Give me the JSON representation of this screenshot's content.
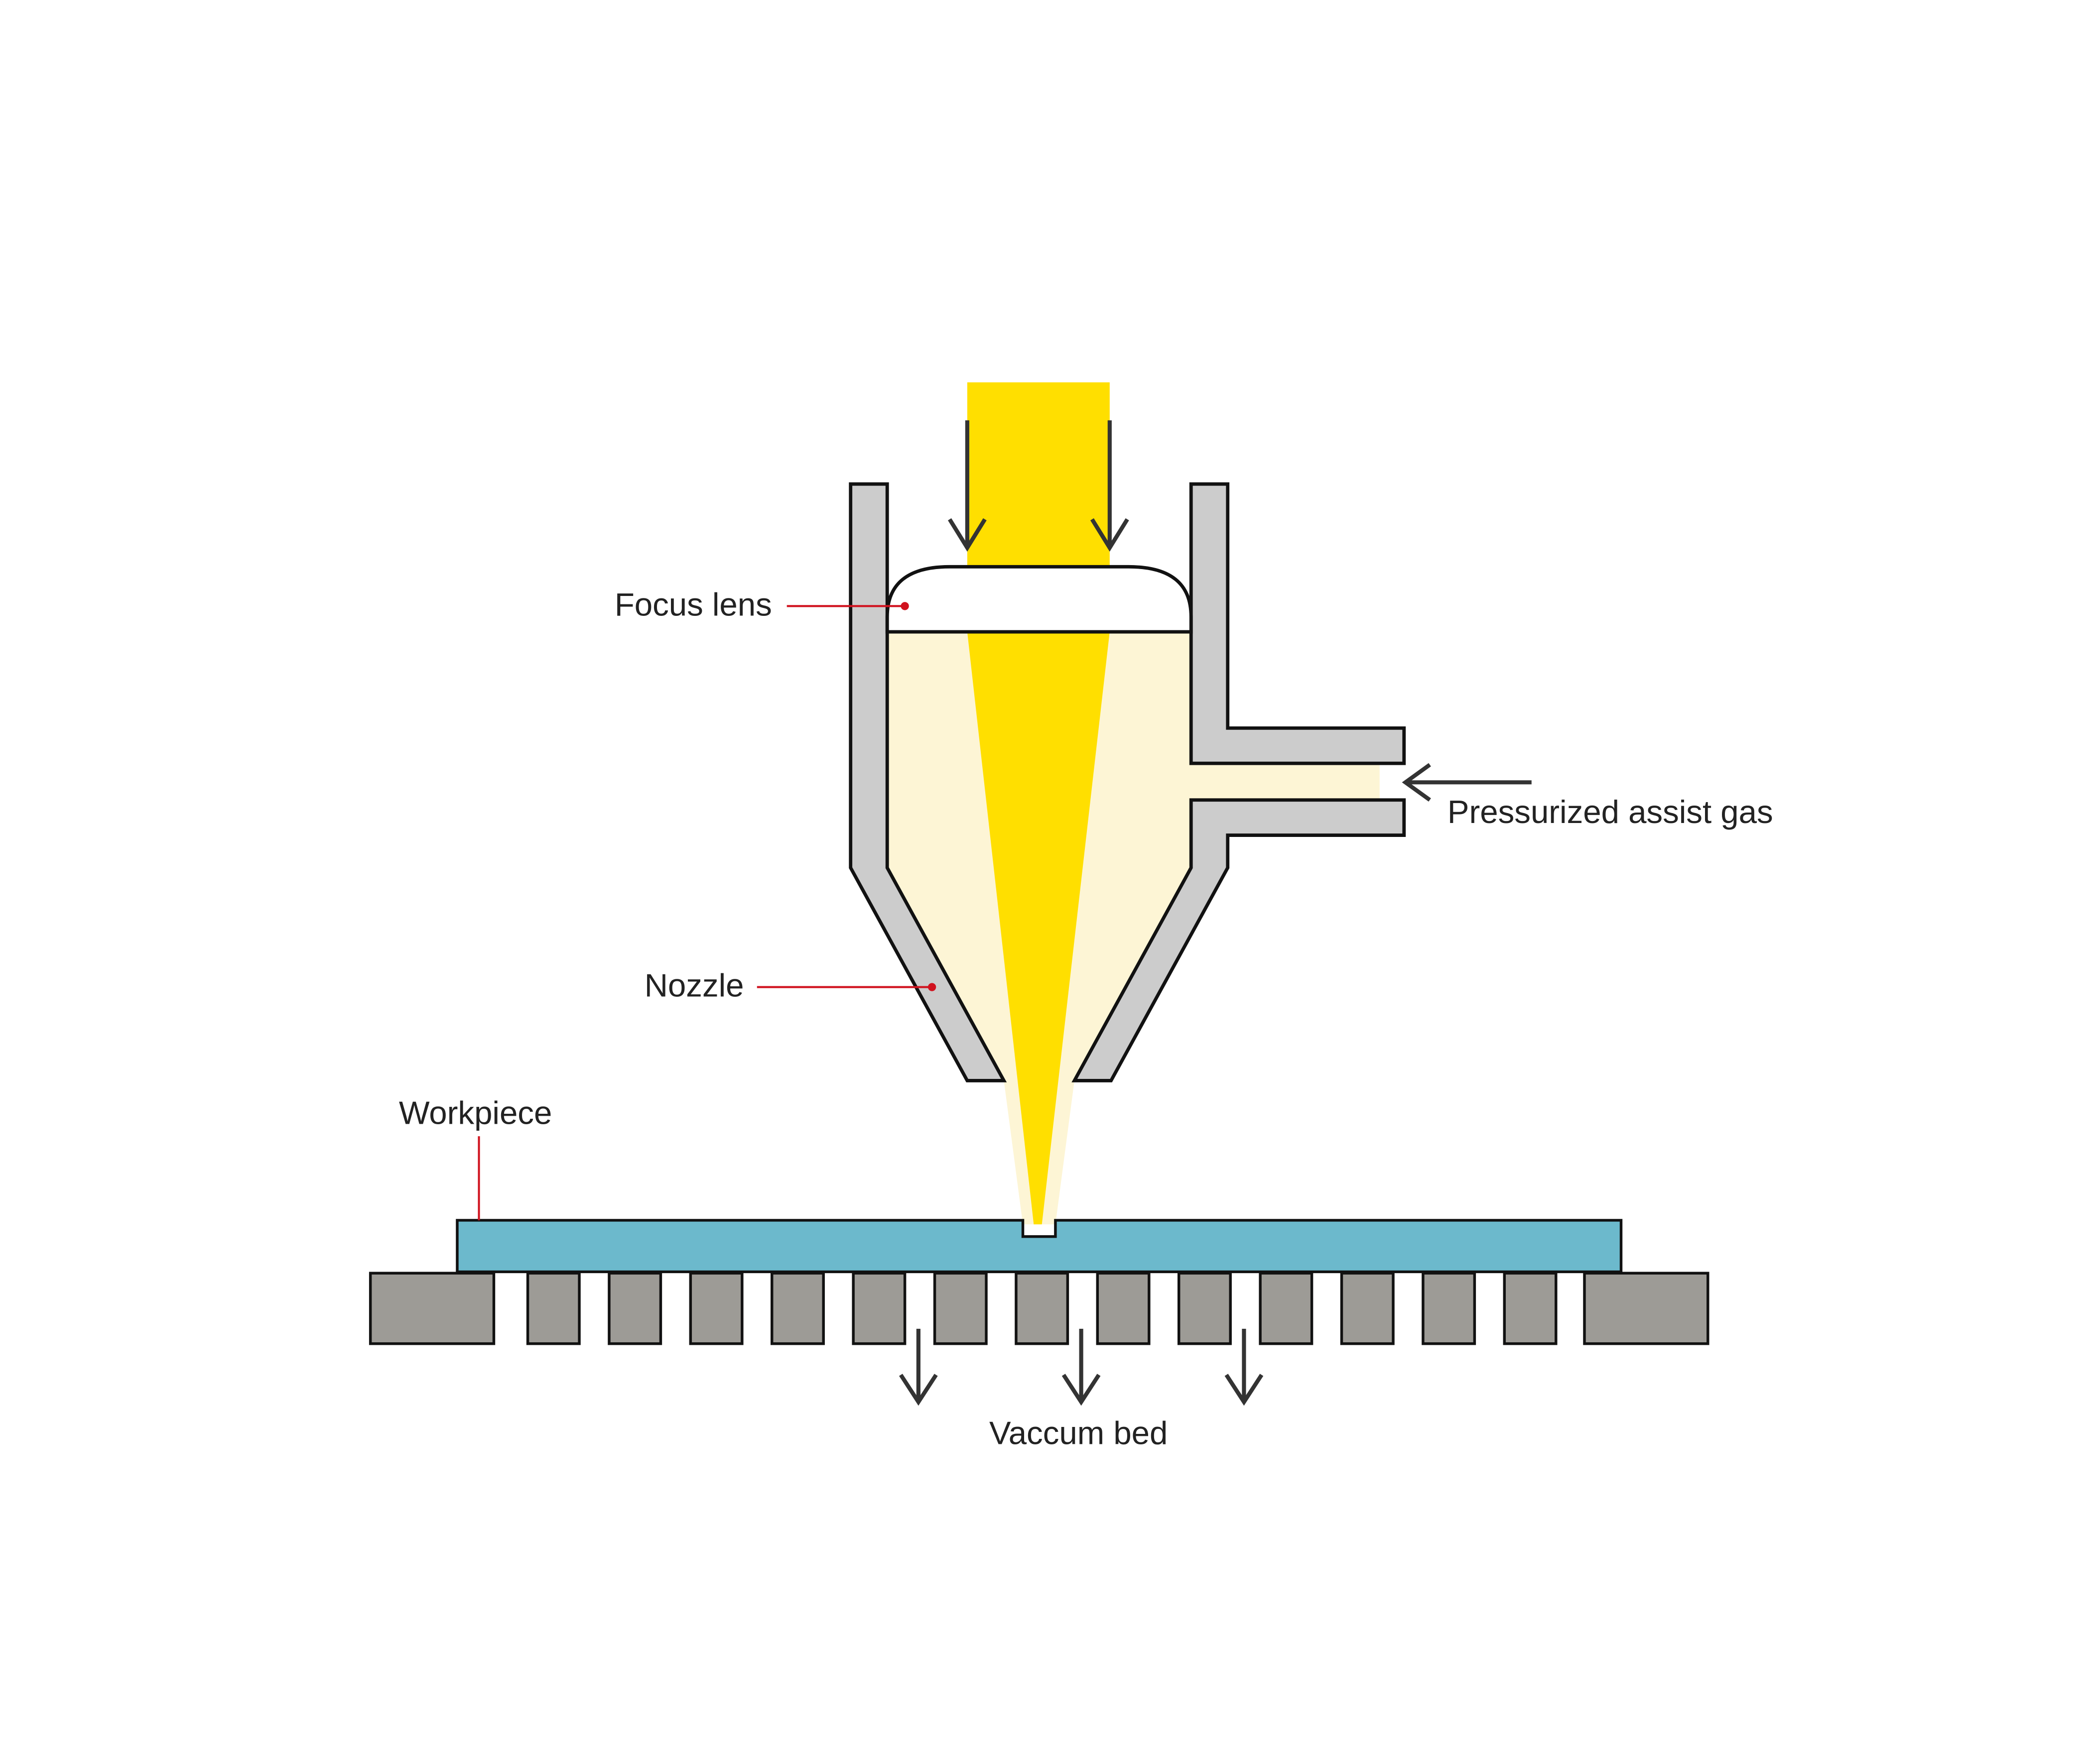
{
  "labels": {
    "focus_lens": "Focus lens",
    "nozzle": "Nozzle",
    "workpiece": "Workpiece",
    "assist_gas": "Pressurized assist gas",
    "vacuum_bed": "Vaccum bed"
  },
  "colors": {
    "laser_beam": "#ffdf00",
    "assist_gas_fill": "#fdf5d5",
    "nozzle_wall": "#cccccc",
    "workpiece": "#6cb9cc",
    "bed": "#9d9b96",
    "leader": "#d0121e",
    "outline": "#111111",
    "arrow": "#333333"
  }
}
